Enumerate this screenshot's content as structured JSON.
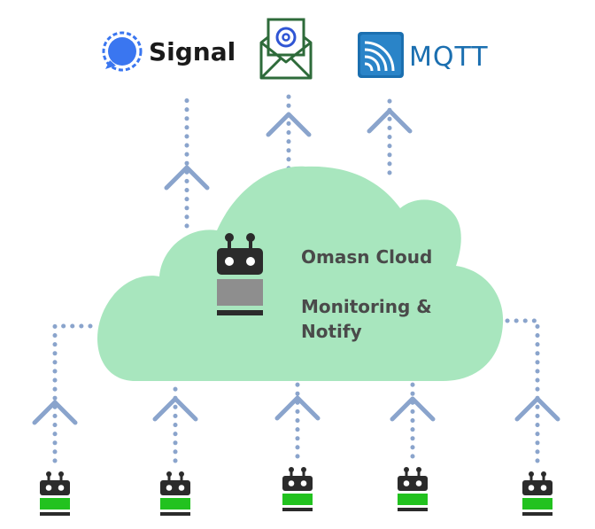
{
  "services": {
    "signal": {
      "label": "Signal",
      "icon": "signal-icon",
      "color": "#3a76f0"
    },
    "email": {
      "icon": "email-icon"
    },
    "mqtt": {
      "label": "MQTT",
      "icon": "mqtt-icon",
      "color": "#1b6fb0"
    }
  },
  "cloud": {
    "title": "Omasn Cloud",
    "subtitle_line1": "Monitoring &",
    "subtitle_line2": "Notify",
    "icon": "robot-icon",
    "color": "#a8e6be"
  },
  "devices": [
    {
      "icon": "robot-icon"
    },
    {
      "icon": "robot-icon"
    },
    {
      "icon": "robot-icon"
    },
    {
      "icon": "robot-icon"
    },
    {
      "icon": "robot-icon"
    }
  ],
  "colors": {
    "connector": "#8aa4cc",
    "robot_dark": "#2b2b2b",
    "robot_green": "#22c21f",
    "robot_gray": "#8e8e8e"
  }
}
